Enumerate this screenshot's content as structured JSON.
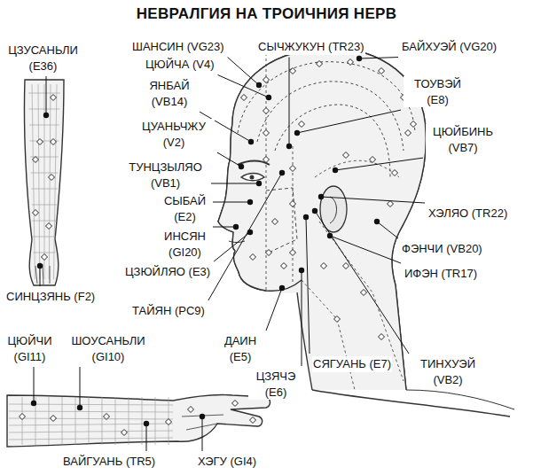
{
  "diagram": {
    "title": "НЕВРАЛГИЯ НА ТРОИЧНИЯ НЕРВ",
    "labels": [
      "ЦЗУСАНЬЛИ (E36)",
      "ШАНСИН (VG23)",
      "СЫЧЖУКУН (TR23)",
      "БАЙХУЭЙ (VG20)",
      "ЦЮЙЧА (V4)",
      "ТОУВЭЙ (E8)",
      "ЯНБАЙ (VB14)",
      "ЦУАНЬЧЖУ (V2)",
      "ЦЮЙБИНЬ (VB7)",
      "ТУНЦЗЫЛЯО (VB1)",
      "СЫБАЙ (E2)",
      "ХЭЛЯО (TR22)",
      "ФЭНЧИ (VB20)",
      "ИНСЯН (GI20)",
      "ЦЗЮЙЛЯО (E3)",
      "ИФЭН (TR17)",
      "СИНЦЗЯНЬ (F2)",
      "ТАЙЯН (PC9)",
      "ДАИН (E5)",
      "ЦЮЙЧИ (GI11)",
      "ШОУСАНЬЛИ (GI10)",
      "СЯГУАНЬ (E7)",
      "ТИНХУЭЙ (VB2)",
      "ЦЗЯЧЭ (E6)",
      "ВАЙГУАНЬ (TR5)",
      "ХЭГУ (GI4)"
    ]
  }
}
